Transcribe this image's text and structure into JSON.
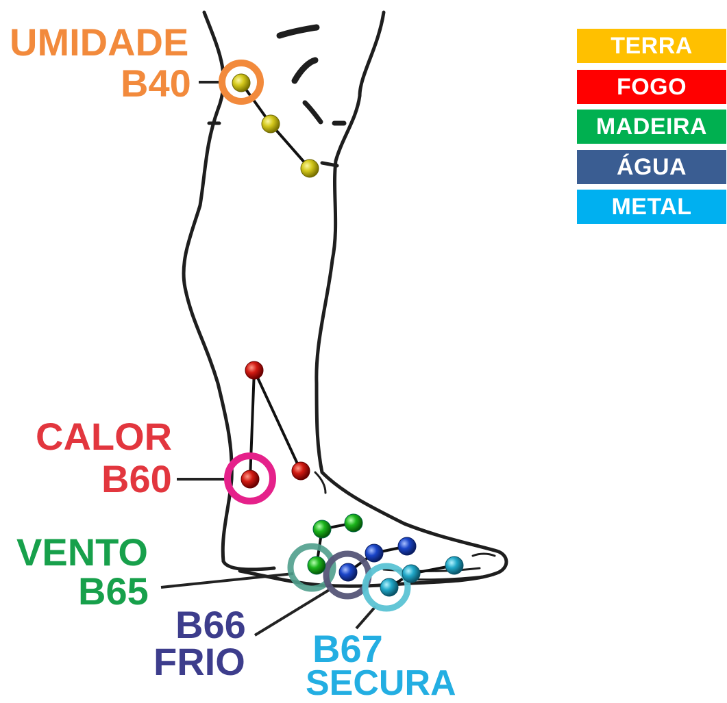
{
  "legend": {
    "items": [
      {
        "label": "TERRA",
        "color": "#FFC000"
      },
      {
        "label": "FOGO",
        "color": "#FF0000"
      },
      {
        "label": "MADEIRA",
        "color": "#00B050"
      },
      {
        "label": "ÁGUA",
        "color": "#3A5D92"
      },
      {
        "label": "METAL",
        "color": "#00B0F0"
      }
    ]
  },
  "points": {
    "b40": {
      "code": "B40",
      "quality": "UMIDADE",
      "color": "#F28A3C"
    },
    "b60": {
      "code": "B60",
      "quality": "CALOR",
      "color": "#E2363E"
    },
    "b65": {
      "code": "B65",
      "quality": "VENTO",
      "color": "#17A04B"
    },
    "b66": {
      "code": "B66",
      "quality": "FRIO",
      "color": "#3D3D8C"
    },
    "b67": {
      "code": "B67",
      "quality": "SECURA",
      "color": "#23AEE2"
    }
  },
  "ring_colors": {
    "b40": "#F28A3C",
    "b60": "#E5218A",
    "b65": "#4F9E8C",
    "b66": "#555577",
    "b67": "#5BC3D4"
  },
  "ball_colors": {
    "yellow": "#D4C81C",
    "red": "#D11A12",
    "green": "#1CB51C",
    "blue": "#1A45C8",
    "cyan": "#21A8C8"
  }
}
